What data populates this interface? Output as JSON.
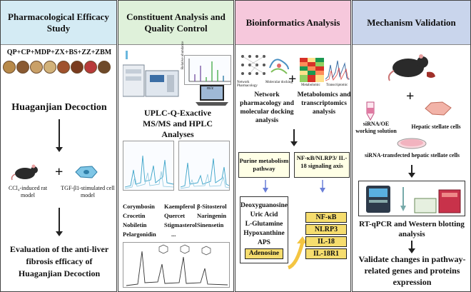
{
  "panels": [
    {
      "title": "Pharmacological Efficacy Study",
      "bg": "#d4ebf4"
    },
    {
      "title": "Constituent Analysis and Quality Control",
      "bg": "#dff1da"
    },
    {
      "title": "Bioinformatics Analysis",
      "bg": "#f6c8dc"
    },
    {
      "title": "Mechanism Validation",
      "bg": "#c9d5ec"
    }
  ],
  "p1": {
    "formula": "QP+CP+MDP+ZX+BS+ZZ+ZBM",
    "decoction": "Huaganjian Decoction",
    "rat_model": "CCl₄-induced rat model",
    "cell_model": "TGF-β1-stimulated cell model",
    "plus": "+",
    "conclusion": "Evaluation of the anti-liver fibrosis efficacy of Huaganjian Decoction"
  },
  "p2": {
    "method": "UPLC-Q-Exactive MS/MS and HPLC Analyses",
    "spectrum_ylabel": "Relative abundance",
    "spectrum_xlabel": "m/z",
    "compounds": [
      [
        "Corymbosin",
        "Kaempferol",
        "β-Sitosterol"
      ],
      [
        "Crocetin",
        "Quercet",
        "Naringenin"
      ],
      [
        "Nobiletin",
        "Stigmasterol",
        "Sinensetin"
      ],
      [
        "Pelargonidin",
        "...",
        ""
      ]
    ]
  },
  "p3": {
    "network_label": "Network Pharmacology",
    "docking_label": "Molecular docking",
    "metabolomic_label": "Metabolomic",
    "transcriptomic_label": "Transcriptomic",
    "left_text": "Network pharmacology and molecular docking analysis",
    "right_text": "Metabolomics and transcriptomics analysis",
    "plus": "+",
    "purine": "Purine metabolism pathway",
    "nfkb_axis": "NF-κB/NLRP3/ IL-18 signaling axis",
    "metabolites": [
      "Deoxyguanosine",
      "Uric Acid",
      "L-Glutamine",
      "Hypoxanthine",
      "APS"
    ],
    "adenosine": "Adenosine",
    "targets": [
      "NF-κB",
      "NLRP3",
      "IL-18",
      "IL-18R1"
    ]
  },
  "p4": {
    "sirna": "siRNA/OE working solution",
    "hsc": "Hepatic stellate cells",
    "transfected": "siRNA-transfected hepatic stellate cells",
    "plus": "+",
    "assay": "RT-qPCR and Western blotting analysis",
    "conclusion": "Validate changes in pathway-related genes and proteins expression"
  }
}
